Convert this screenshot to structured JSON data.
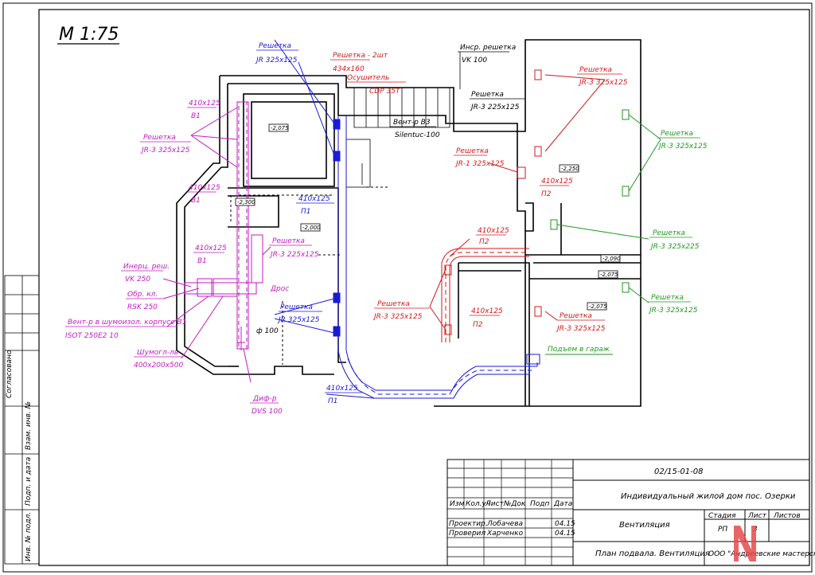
{
  "scale": "М 1:75",
  "colors": {
    "building": "#000000",
    "supply": "#1a1ad6",
    "exhaust": "#d11a1a",
    "fresh": "#1e9a1e",
    "unit": "#c21bc2",
    "stamp_mark": "#e64a4a"
  },
  "labels": {
    "grille_jr_325": "Решетка",
    "grille_jr_325_spec": "JR 325x125",
    "grille_2pc": "Решетка - 2шт",
    "grille_2pc_spec": "434x160",
    "dryer": "Осушитель",
    "dryer_spec": "CDP 35T",
    "insp_grille": "Инср. решетка",
    "insp_grille_spec": "VK 100",
    "grille_top_mid": "Решетка",
    "grille_top_mid_spec": "JR-3 225x125",
    "fan_b3": "Вент-р B3",
    "fan_b3_spec": "Silentuc-100",
    "duct_410_b1_a": "410x125",
    "duct_b1_a": "B1",
    "grille_left": "Решетка",
    "grille_left_spec": "JR-3 325x125",
    "duct_410_b1_b": "410x125",
    "duct_b1_b": "B1",
    "duct_410_p1_a": "410x125",
    "duct_p1_a": "П1",
    "duct_410_b1_c": "410x125",
    "duct_b1_c": "B1",
    "grille_mid": "Решетка",
    "grille_mid_spec": "JR-3 225x125",
    "insp_grille_vk250": "Инерц. реш.",
    "insp_grille_vk250_spec": "VK 250",
    "check_valve": "Обр. кл.",
    "check_valve_spec": "RSK 250",
    "fan_insulated": "Вент-р в шумоизол. корпусе B1",
    "fan_insulated_spec": "ISOT 250E2 10",
    "silencer": "Шумогл-ль",
    "silencer_spec": "400x200x500",
    "damper": "Дрос",
    "diam": "ф 100",
    "grille_blue_low": "Решетка",
    "grille_blue_low_spec": "JR 325x125",
    "diffuser": "Диф-р",
    "diffuser_spec": "DVS 100",
    "duct_410_p1_b": "410x125",
    "duct_p1_b": "П1",
    "grille_red_1": "Решетка",
    "grille_red_1_spec": "JR-1 325x125",
    "duct_410_p2_a": "410x125",
    "duct_p2_a": "П2",
    "duct_410_p2_b": "410x125",
    "duct_p2_b": "П2",
    "grille_red_low": "Решетка",
    "grille_red_low_spec": "JR-3 325x125",
    "duct_410_p2_c": "410x125",
    "duct_p2_c": "П2",
    "grille_red_right": "Решетка",
    "grille_red_right_spec": "JR-3 325x125",
    "grille_red_right2": "Решетка",
    "grille_red_right2_spec": "JR-3 325x125",
    "grille_green_1": "Решетка",
    "grille_green_1_spec": "JR-3 325x125",
    "grille_green_2": "Решетка",
    "grille_green_2_spec": "JR-3 325x225",
    "grille_green_3": "Решетка",
    "grille_green_3_spec": "JR-3 325x125",
    "garage_rise": "Подъем в гараж"
  },
  "levels": {
    "l1": "-2,075",
    "l2": "-2,300",
    "l3": "-2,000",
    "l4": "-2,250",
    "l5": "-2,090",
    "l6": "-2,075",
    "l7": "-2,075"
  },
  "side_labels": {
    "agreed": "Согласовано",
    "inv_replace": "Взам. инв. №",
    "sign_date": "Подп. и дата",
    "inv_orig": "Инв. № подл."
  },
  "title_block": {
    "code": "02/15-01-08",
    "project": "Индивидуальный жилой дом пос. Озерки",
    "section": "Вентиляция",
    "sheet_title": "План подвала. Вентиляция",
    "company": "ООО \"Андреевские мастерские\"",
    "headers": {
      "change": "Изм",
      "qty": "Кол.уч",
      "sheet": "Лист",
      "doc": "№Док",
      "sign": "Подп",
      "date": "Дата",
      "stage": "Стадия",
      "list": "Лист",
      "lists": "Листов"
    },
    "stage": "РП",
    "sheet_no": "3",
    "rows": [
      {
        "role": "Проектир.",
        "name": "Лобачева",
        "date": "04.15"
      },
      {
        "role": "Проверил",
        "name": "Харченко",
        "date": "04.15"
      }
    ]
  }
}
